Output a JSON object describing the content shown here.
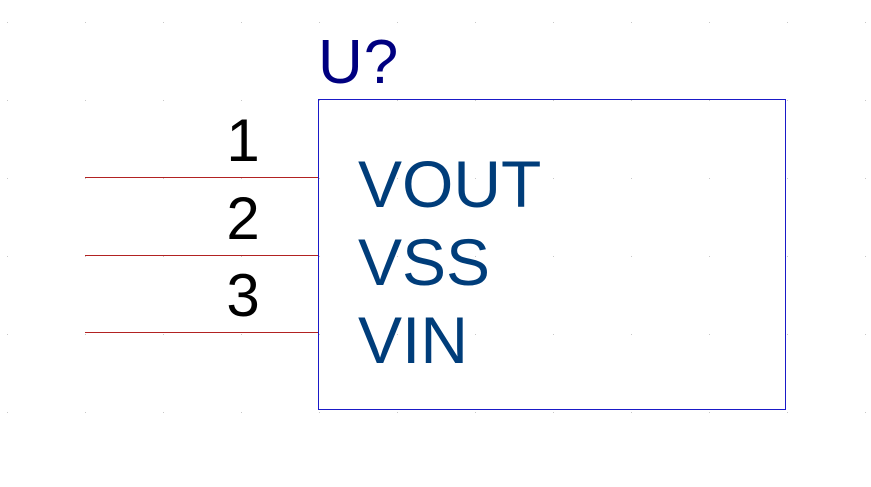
{
  "component": {
    "designator": "U?",
    "pins": [
      {
        "number": "1",
        "name": "VOUT"
      },
      {
        "number": "2",
        "name": "VSS"
      },
      {
        "number": "3",
        "name": "VIN"
      }
    ]
  },
  "colors": {
    "background": "#ffffff",
    "designator": "#000080",
    "body_outline": "#1a1ac8",
    "pin_line": "#b22222",
    "pin_number": "#000000",
    "pin_name": "#003d7a",
    "grid_dot": "#c8c8c8"
  }
}
